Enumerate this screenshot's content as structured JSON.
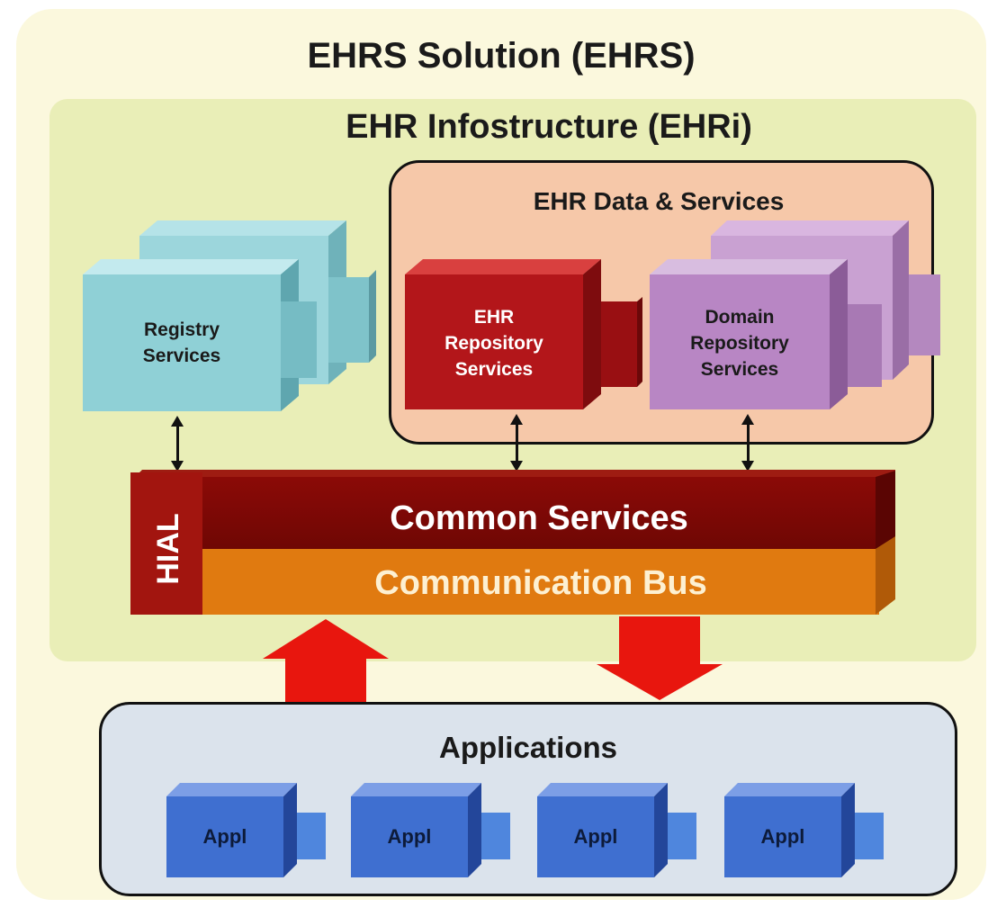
{
  "title": "EHRS Solution (EHRS)",
  "infrastructure": {
    "title": "EHR Infostructure (EHRi)",
    "registry": {
      "line1": "Registry",
      "line2": "Services"
    },
    "data_services": {
      "title": "EHR  Data & Services",
      "ehr_repo": {
        "line1": "EHR",
        "line2": "Repository",
        "line3": "Services"
      },
      "domain_repo": {
        "line1": "Domain",
        "line2": "Repository",
        "line3": "Services"
      }
    },
    "hial": "HIAL",
    "common_services": "Common Services",
    "communication_bus": "Communication Bus"
  },
  "applications": {
    "title": "Applications",
    "items": [
      "Appl",
      "Appl",
      "Appl",
      "Appl"
    ]
  },
  "colors": {
    "registry": "#8fd0d6",
    "ehr_repo": "#b3161a",
    "domain_repo": "#b886c4",
    "appl": "#3f6fd0",
    "flow_arrow": "#e8160e"
  }
}
